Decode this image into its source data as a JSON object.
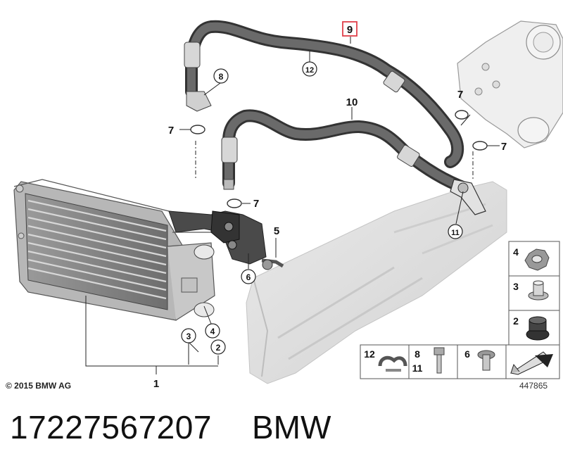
{
  "diagram": {
    "copyright": "© 2015 BMW AG",
    "diagram_id": "447865",
    "highlighted_callout": "9",
    "callouts": {
      "c1": "1",
      "c2": "2",
      "c3": "3",
      "c4": "4",
      "c5": "5",
      "c6": "6",
      "c7a": "7",
      "c7b": "7",
      "c7c": "7",
      "c7d": "7",
      "c8": "8",
      "c10": "10",
      "c11": "11",
      "c12": "12"
    },
    "legend": {
      "items": [
        {
          "label": "4"
        },
        {
          "label": "3"
        },
        {
          "label": "2"
        }
      ],
      "bottom_items": [
        {
          "label": "12"
        },
        {
          "label": "8"
        },
        {
          "label": "11"
        },
        {
          "label": "6"
        }
      ]
    }
  },
  "footer": {
    "part_number": "17227567207",
    "brand": "BMW"
  }
}
